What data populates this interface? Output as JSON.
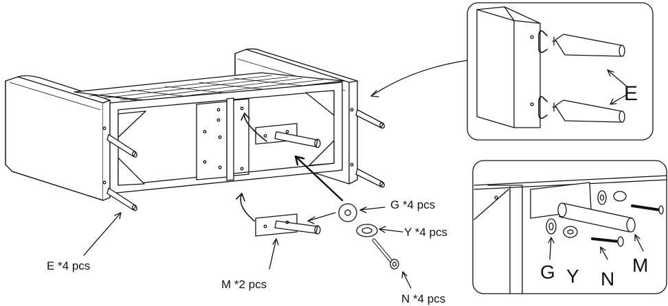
{
  "main_labels": {
    "e_count": "E *4 pcs",
    "m_count": "M *2 pcs",
    "g_count": "G *4 pcs",
    "y_count": "Y *4 pcs",
    "n_count": "N *4 pcs"
  },
  "detail_top": {
    "e": "E"
  },
  "detail_bottom": {
    "g": "G",
    "y": "Y",
    "n": "N",
    "m": "M"
  }
}
